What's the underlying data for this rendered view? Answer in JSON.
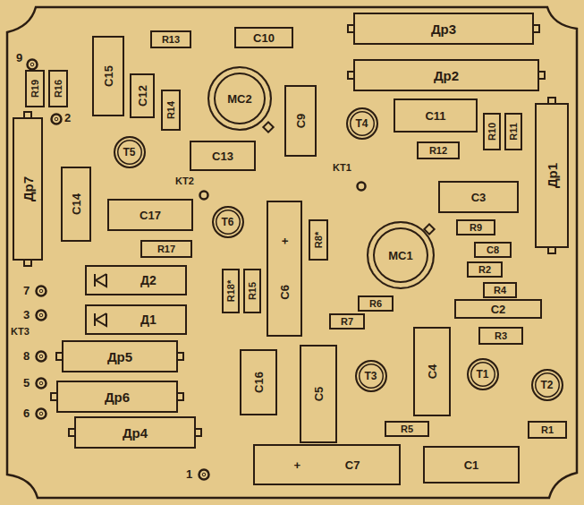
{
  "diagram": {
    "nodes": [
      {
        "text": [
          "R13"
        ]
      },
      {
        "text": [
          "C10"
        ]
      },
      {
        "text": [
          "Др3"
        ]
      },
      {
        "text": [
          "Др2"
        ]
      },
      {
        "text": [
          "C15"
        ]
      },
      {
        "text": [
          "R19"
        ]
      },
      {
        "text": [
          "R16"
        ]
      },
      {
        "text": [
          "C12"
        ]
      },
      {
        "text": [
          "R14"
        ]
      },
      {
        "text": [
          "MC2"
        ]
      },
      {
        "text": [
          "C9"
        ]
      },
      {
        "text": [
          "T4"
        ]
      },
      {
        "text": [
          "C11"
        ]
      },
      {
        "text": [
          "R10"
        ]
      },
      {
        "text": [
          "R11"
        ]
      },
      {
        "text": [
          "R12"
        ]
      },
      {
        "text": [
          "Др1"
        ]
      },
      {
        "text": [
          "T5"
        ]
      },
      {
        "text": [
          "C13"
        ]
      },
      {
        "text": [
          "C14"
        ]
      },
      {
        "text": [
          "Др7"
        ]
      },
      {
        "text": [
          "C17"
        ]
      },
      {
        "text": [
          "T6"
        ]
      },
      {
        "text": [
          "C3"
        ]
      },
      {
        "text": [
          "R9"
        ]
      },
      {
        "text": [
          "+",
          "C6"
        ]
      },
      {
        "text": [
          "R8*"
        ]
      },
      {
        "text": [
          "MC1"
        ]
      },
      {
        "text": [
          "C8"
        ]
      },
      {
        "text": [
          "R2"
        ]
      },
      {
        "text": [
          "R4"
        ]
      },
      {
        "text": [
          "R17"
        ]
      },
      {
        "text": [
          "Д2"
        ]
      },
      {
        "text": [
          "R18*"
        ]
      },
      {
        "text": [
          "R15"
        ]
      },
      {
        "text": [
          "R6"
        ]
      },
      {
        "text": [
          "C2"
        ]
      },
      {
        "text": [
          "Д1"
        ]
      },
      {
        "text": [
          "R7"
        ]
      },
      {
        "text": [
          "R3"
        ]
      },
      {
        "text": [
          "C4"
        ]
      },
      {
        "text": [
          "Др5"
        ]
      },
      {
        "text": [
          "C16"
        ]
      },
      {
        "text": [
          "C5"
        ]
      },
      {
        "text": [
          "T3"
        ]
      },
      {
        "text": [
          "T1"
        ]
      },
      {
        "text": [
          "T2"
        ]
      },
      {
        "text": [
          "Др6"
        ]
      },
      {
        "text": [
          "Др4"
        ]
      },
      {
        "text": [
          "R5"
        ]
      },
      {
        "text": [
          "R1"
        ]
      },
      {
        "text": [
          "+",
          "C7"
        ]
      },
      {
        "text": [
          "C1"
        ]
      }
    ],
    "labels": [
      "9",
      "2",
      "KT2",
      "KT1",
      "7",
      "3",
      "KT3",
      "8",
      "5",
      "6",
      "1"
    ]
  }
}
